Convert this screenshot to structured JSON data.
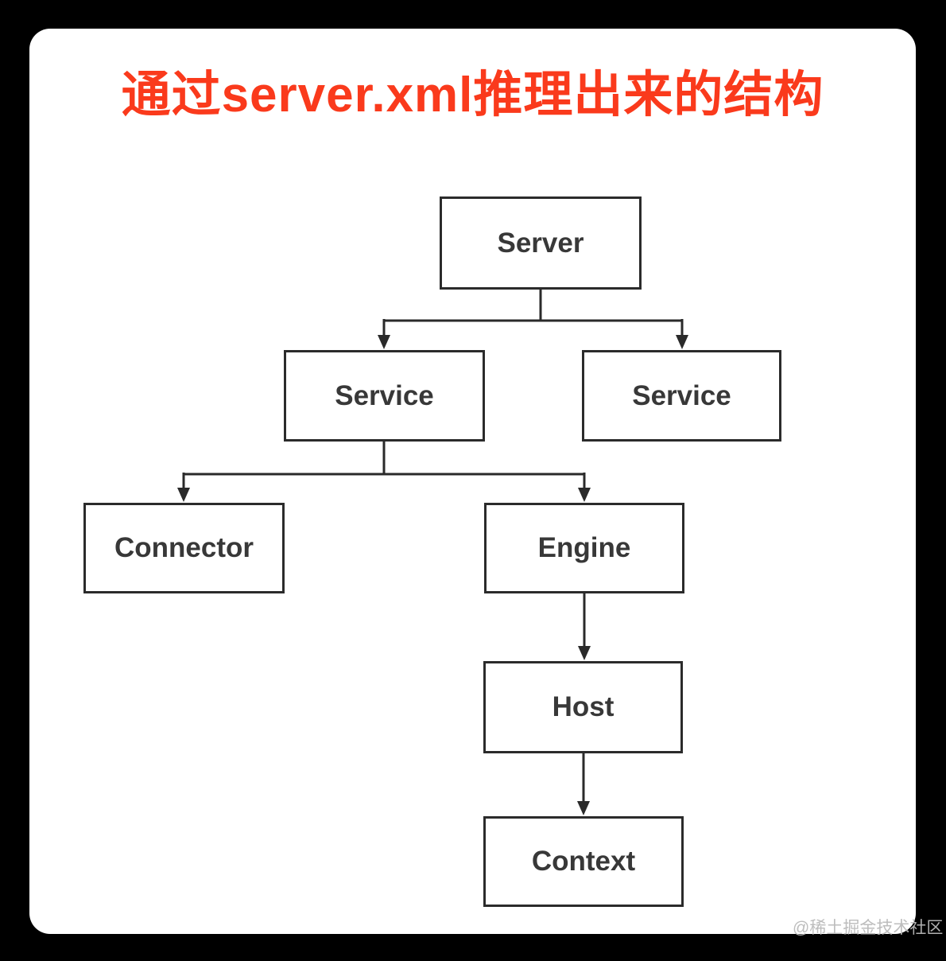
{
  "title": "通过server.xml推理出来的结构",
  "diagram": {
    "nodes": [
      {
        "id": "server",
        "label": "Server"
      },
      {
        "id": "service-left",
        "label": "Service"
      },
      {
        "id": "service-right",
        "label": "Service"
      },
      {
        "id": "connector",
        "label": "Connector"
      },
      {
        "id": "engine",
        "label": "Engine"
      },
      {
        "id": "host",
        "label": "Host"
      },
      {
        "id": "context",
        "label": "Context"
      }
    ],
    "edges": [
      {
        "from": "server",
        "to": "service-left"
      },
      {
        "from": "server",
        "to": "service-right"
      },
      {
        "from": "service-left",
        "to": "connector"
      },
      {
        "from": "service-left",
        "to": "engine"
      },
      {
        "from": "engine",
        "to": "host"
      },
      {
        "from": "host",
        "to": "context"
      }
    ]
  },
  "watermark": "@稀土掘金技术社区",
  "colors": {
    "title": "#fa3a1c",
    "line": "#2a2a2a",
    "box_border": "#2b2b2b",
    "text": "#383838",
    "card_background": "#ffffff",
    "frame_background": "#000000"
  }
}
